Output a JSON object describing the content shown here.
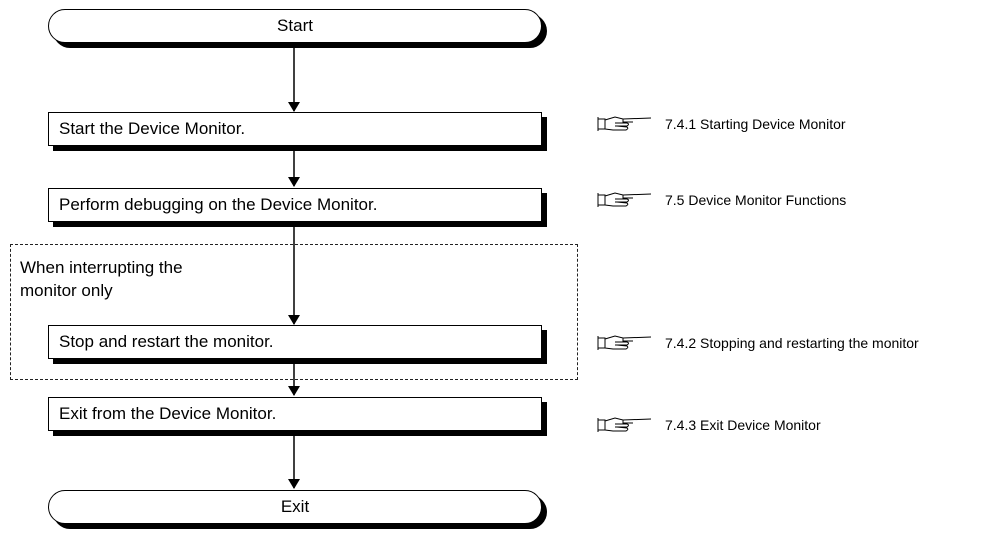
{
  "flow": {
    "start_label": "Start",
    "exit_label": "Exit",
    "step1": "Start the Device Monitor.",
    "step2": "Perform debugging on the Device Monitor.",
    "step3": "Stop and restart the monitor.",
    "step4": "Exit from the Device Monitor.",
    "loop_label_line1": "When interrupting the",
    "loop_label_line2": "monitor only"
  },
  "references": {
    "ref1": "7.4.1 Starting Device Monitor",
    "ref2": "7.5 Device Monitor Functions",
    "ref3": "7.4.2 Stopping and restarting the monitor",
    "ref4": "7.4.3 Exit Device Monitor",
    "icon": "pointing-hand-icon"
  }
}
